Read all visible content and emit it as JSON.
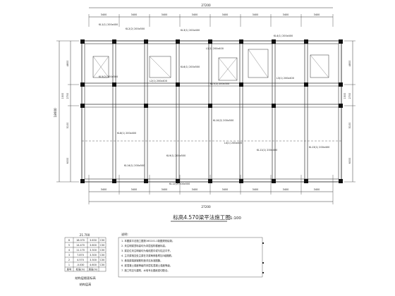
{
  "plan": {
    "title": "标高4.570梁平法施工图",
    "scale": "1:100",
    "overall_width": "27200",
    "overall_depth": "18600",
    "top_dims": [
      "3400",
      "3400",
      "3400",
      "3400",
      "3400",
      "3400",
      "3400",
      "3400"
    ],
    "bottom_dims": [
      "3400",
      "3400",
      "3400",
      "3400",
      "3400",
      "3400",
      "3400",
      "3400"
    ],
    "left_dims": [
      "4800",
      "2700",
      "5100",
      "6000"
    ],
    "right_dims": [
      "4800",
      "2700",
      "5100",
      "6000"
    ],
    "mid_dims": [
      "1500",
      "1500"
    ]
  },
  "beam_labels": [
    "KL1(1) 200x400",
    "KL2(2) 200x500",
    "KL3(1) 200x400",
    "L1(1) 200x400",
    "KL4(1) 200x400",
    "KL5(2) 200x500",
    "L2(1) 200x400",
    "KL6(1) 200x500",
    "KL7(2) 200x500",
    "L3(1) 200x400",
    "KL8(1) 200x400",
    "KL9(1) 200x500",
    "KL10(2) 200x500",
    "L4(1) 200x400",
    "KL11(1) 200x400",
    "KL12(2) 200x500",
    "KL13(1) 200x400",
    "KL14(1) 200x500"
  ],
  "floor_table": {
    "roof_elevation": "21.700",
    "rows": [
      {
        "floor": "6",
        "elevation": "18.070",
        "height": "3.630",
        "note": "C30"
      },
      {
        "floor": "5",
        "elevation": "14.470",
        "height": "3.600",
        "note": "C30"
      },
      {
        "floor": "4",
        "elevation": "11.170",
        "height": "3.300",
        "note": "C30"
      },
      {
        "floor": "3",
        "elevation": "7.870",
        "height": "3.300",
        "note": "C30"
      },
      {
        "floor": "2",
        "elevation": "4.570",
        "height": "3.300",
        "note": "C30"
      },
      {
        "floor": "1",
        "elevation": "-0.030",
        "height": "4.600",
        "note": "C30"
      }
    ],
    "header": [
      "层号",
      "标高(m)",
      "层高(m)",
      ""
    ],
    "caption": "结构层楼面标高",
    "caption2": "结构层高"
  },
  "notes": {
    "heading": "说明:",
    "lines": [
      "1. 本图梁平法施工图按16G101-1制图规则绘制。",
      "2. 未注明梁顶标高均为本层结构楼面标高。",
      "3. 梁定位未注明者均为轴线居中或与柱边平齐。",
      "4. 主次梁相交处主梁在次梁两侧各附加3组箍筋。",
      "5. 悬挑梁端部钢筋构造详见标准图集。",
      "6. 梁混凝土强度等级同本层柱混凝土强度等级。",
      "7. 施工时应与建筑、水电专业图纸密切配合。"
    ]
  }
}
